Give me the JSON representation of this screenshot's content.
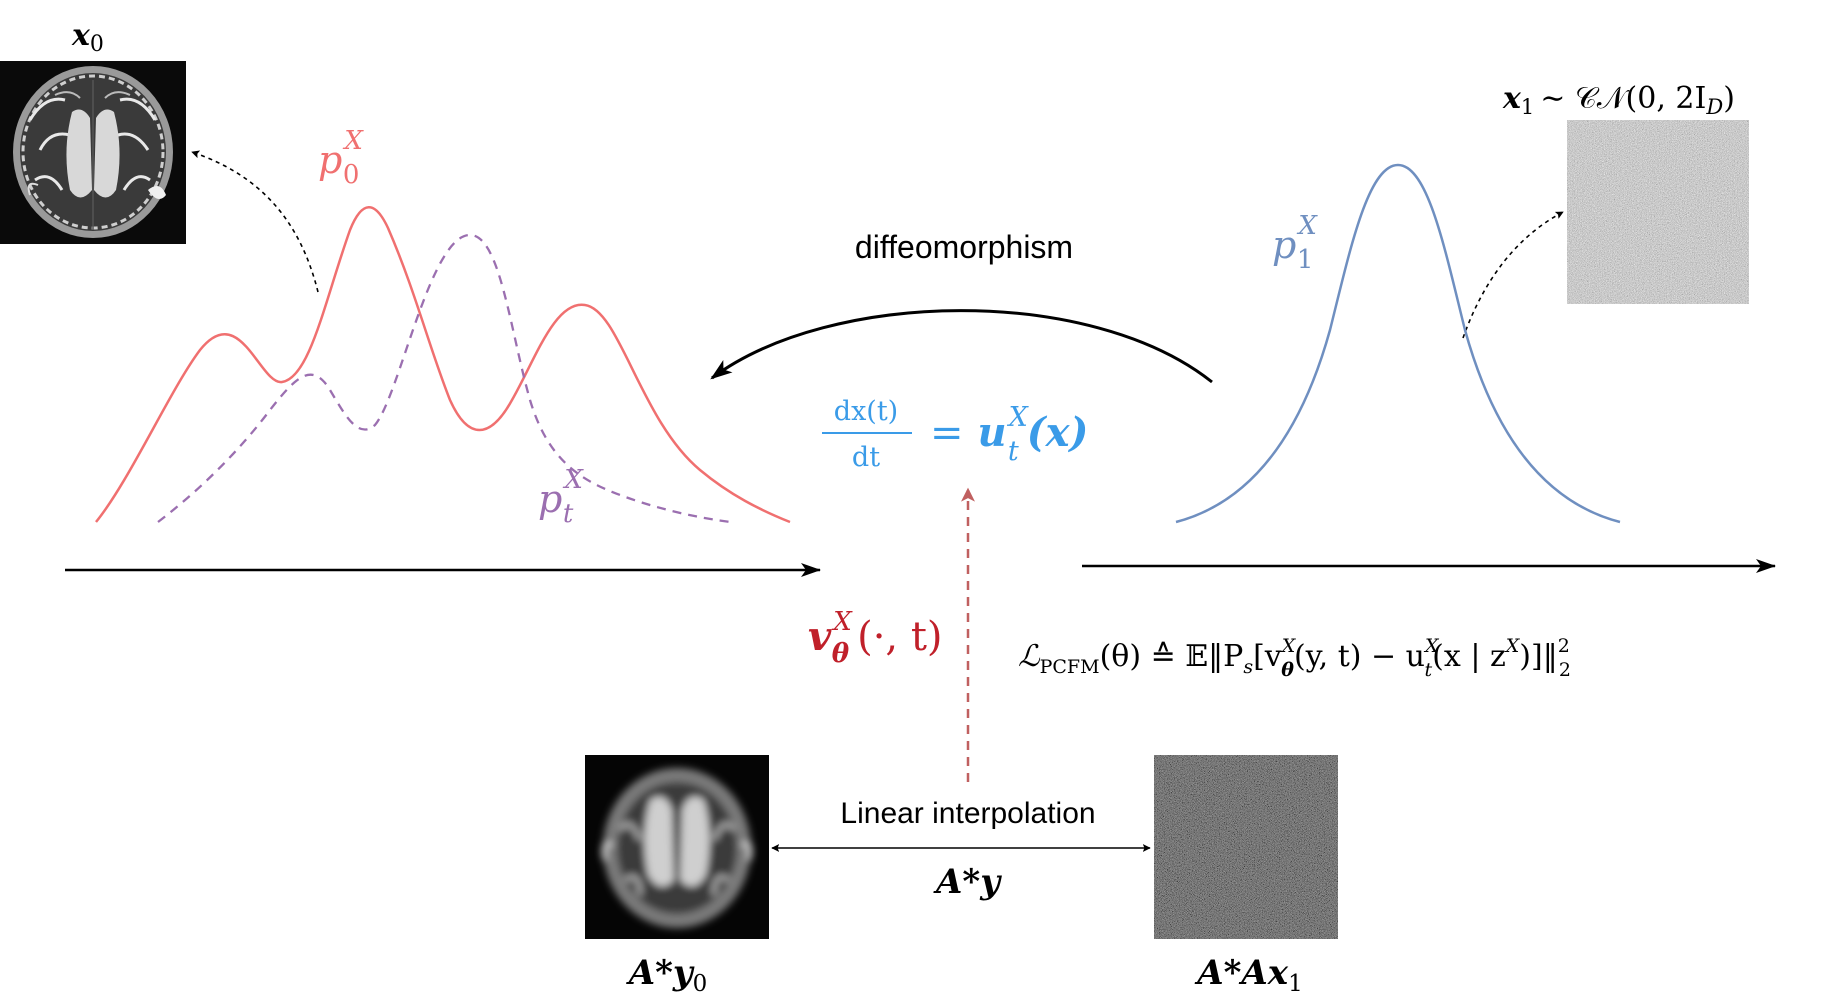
{
  "labels": {
    "x0": "x",
    "x0_sub": "0",
    "x1": "x",
    "x1_sub": "1",
    "x1_dist": "∼ 𝒞𝒩(0, 2I",
    "x1_dist_sub": "D",
    "x1_dist_close": ")",
    "p0": "p",
    "p0_sup": "X",
    "p0_sub": "0",
    "pt": "p",
    "pt_sup": "X",
    "pt_sub": "t",
    "p1": "p",
    "p1_sup": "X",
    "p1_sub": "1",
    "diffeomorphism": "diffeomorphism",
    "ode_num": "dx(t)",
    "ode_den": "dt",
    "ode_rhs_eq": "=",
    "ode_rhs_u": "u",
    "ode_rhs_sup": "X",
    "ode_rhs_sub": "t",
    "ode_rhs_arg": "(x)",
    "v_theta": "v",
    "v_theta_sup": "X",
    "v_theta_sub": "θ",
    "v_theta_arg": "(·, t)",
    "loss_L": "ℒ",
    "loss_sub": "PCFM",
    "loss_body": "(θ) ≙ 𝔼‖P",
    "loss_s": "s",
    "loss_mid": "[v",
    "loss_mid_sup": "X",
    "loss_mid_sub": "θ",
    "loss_args": "(y, t) − u",
    "loss_u_sup": "X",
    "loss_u_sub": "t",
    "loss_tail": "(x | z",
    "loss_z_sup": "X",
    "loss_end": ")]‖",
    "loss_norm_sup": "2",
    "loss_norm_sub": "2",
    "linear_interpolation": "Linear interpolation",
    "a_star_y": "A*y",
    "a_star_y0": "A*y",
    "a_star_y0_sub": "0",
    "a_star_a_x1": "A*Ax",
    "a_star_a_x1_sub": "1"
  },
  "colors": {
    "p0_curve": "#f07070",
    "pt_curve": "#9b6fb0",
    "p1_curve": "#6f8fc0",
    "ode_text": "#3a9be8",
    "v_theta_text": "#c0202a",
    "red_arrow": "#c06060",
    "axis": "#000000"
  },
  "icons": {
    "brain_scan": "brain-mri-image",
    "noise": "gaussian-noise-image",
    "blurred_brain": "blurred-brain-image",
    "noise_dark": "dark-noise-image"
  }
}
